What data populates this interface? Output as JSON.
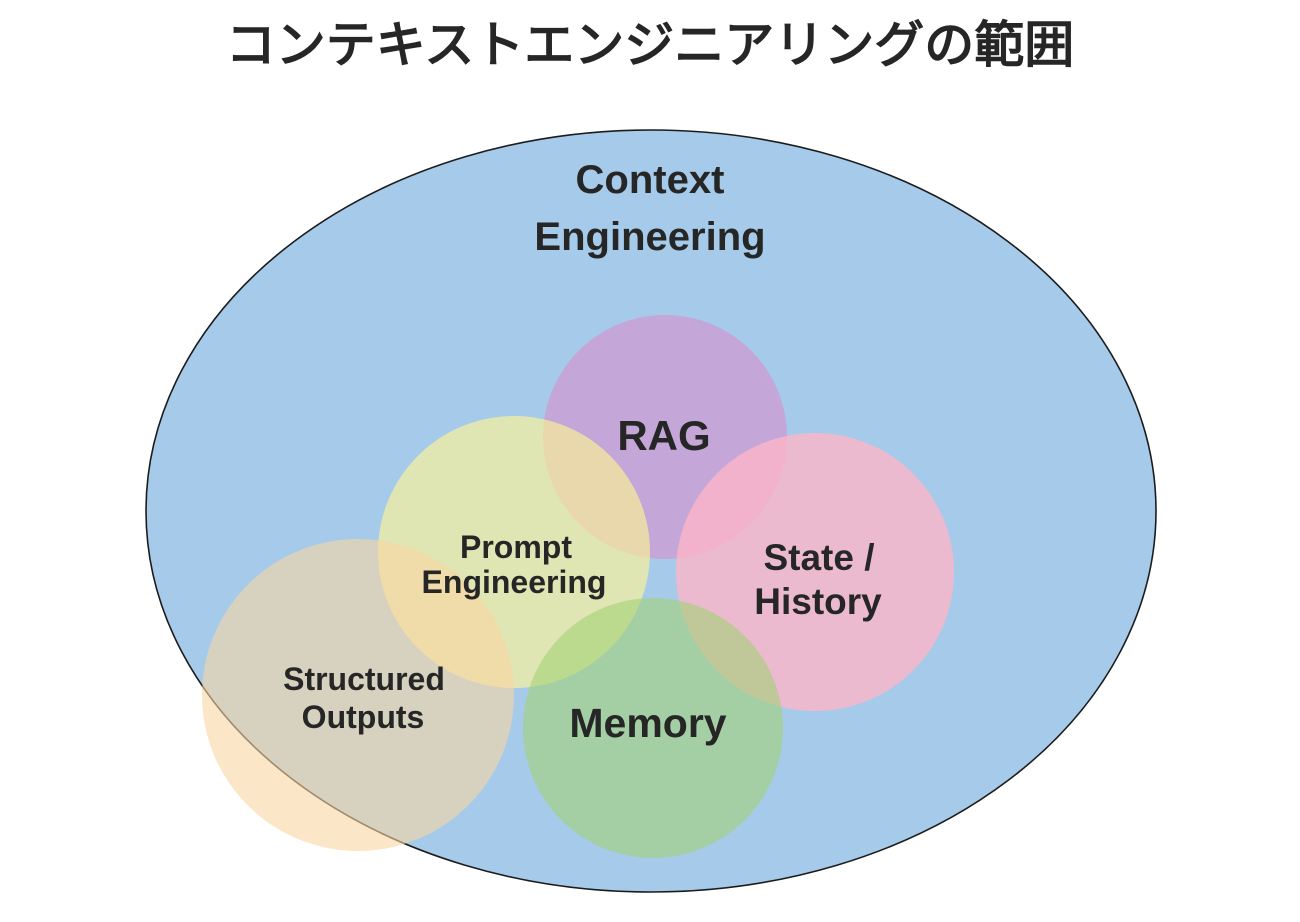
{
  "title": "コンテキストエンジニアリングの範囲",
  "text_color": "#262626",
  "background": "#ffffff",
  "venn": {
    "outer": {
      "label_line1": "Context",
      "label_line2": "Engineering",
      "fill": "#A6CAEA",
      "stroke": "#1c1c1c"
    },
    "rag": {
      "label": "RAG",
      "fill": "#D98ECB"
    },
    "state_history": {
      "label_line1": "State /",
      "label_line2": "History",
      "fill": "#FFB6C6"
    },
    "prompt_engineering": {
      "label_line1": "Prompt",
      "label_line2": "Engineering",
      "fill": "#FFF297"
    },
    "structured_outputs": {
      "label_line1": "Structured",
      "label_line2": "Outputs",
      "fill": "#F8D6A1"
    },
    "memory": {
      "label": "Memory",
      "fill": "#A4D275"
    }
  }
}
